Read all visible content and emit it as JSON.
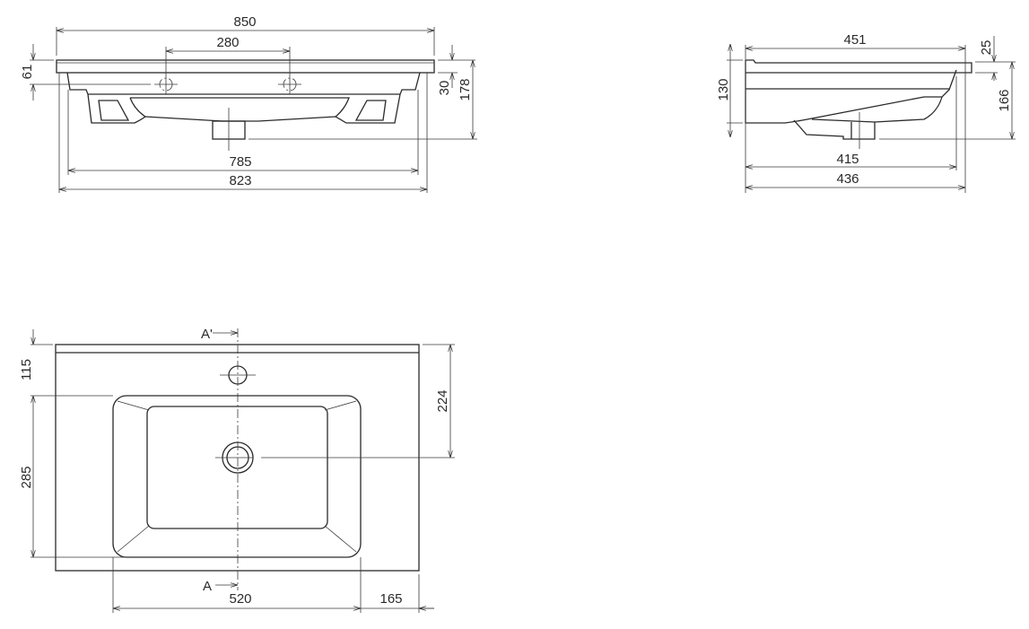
{
  "front_view": {
    "dims": {
      "overall_width": "850",
      "tap_spacing": "280",
      "inner_width": "785",
      "support_width": "823",
      "tap_height": "61",
      "rim_thickness": "30",
      "total_height": "178"
    }
  },
  "side_view": {
    "dims": {
      "overall_depth": "451",
      "rim": "25",
      "body_height": "130",
      "total_height": "166",
      "inner_depth": "415",
      "support_depth": "436"
    }
  },
  "plan_view": {
    "dims": {
      "tap_offset": "115",
      "basin_depth": "285",
      "drain_offset": "224",
      "basin_width": "520",
      "right_margin": "165"
    },
    "section_top": "A'",
    "section_bottom": "A"
  }
}
